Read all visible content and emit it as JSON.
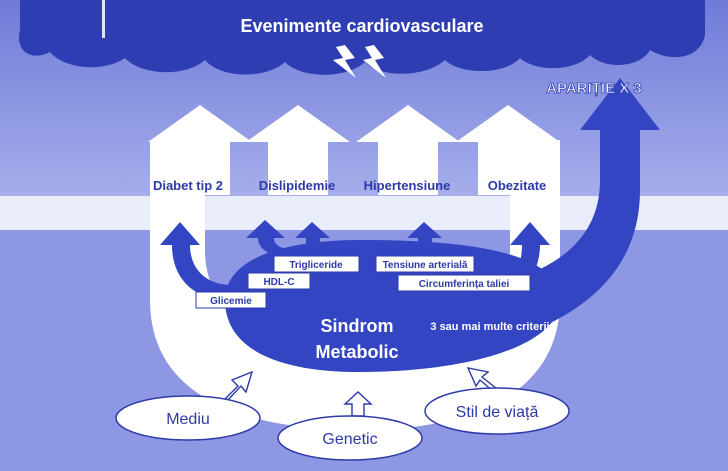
{
  "title": "Evenimente cardiovasculare",
  "multiplier_label": "APARIȚIE X 3",
  "conditions": [
    {
      "label": "Diabet tip 2"
    },
    {
      "label": "Dislipidemie"
    },
    {
      "label": "Hipertensiune"
    },
    {
      "label": "Obezitate"
    }
  ],
  "criteria": [
    {
      "label": "Trigliceride"
    },
    {
      "label": "HDL-C"
    },
    {
      "label": "Glicemie"
    },
    {
      "label": "Tensiune arterială"
    },
    {
      "label": "Circumferința taliei"
    }
  ],
  "syndrome": {
    "line1": "Sindrom",
    "line2": "Metabolic"
  },
  "criteria_note": "3 sau mai multe criterii",
  "factors": [
    {
      "label": "Mediu"
    },
    {
      "label": "Genetic"
    },
    {
      "label": "Stil de viață"
    }
  ],
  "colors": {
    "sky": "#7a86df",
    "sky_light": "#c2c8f2",
    "band": "#eef0fb",
    "cloud": "#2f3db3",
    "arrow_white": "#ffffff",
    "blue_arrow": "#3445c4",
    "text_blue": "#2d3aa8",
    "lightning": "#ffffff"
  }
}
